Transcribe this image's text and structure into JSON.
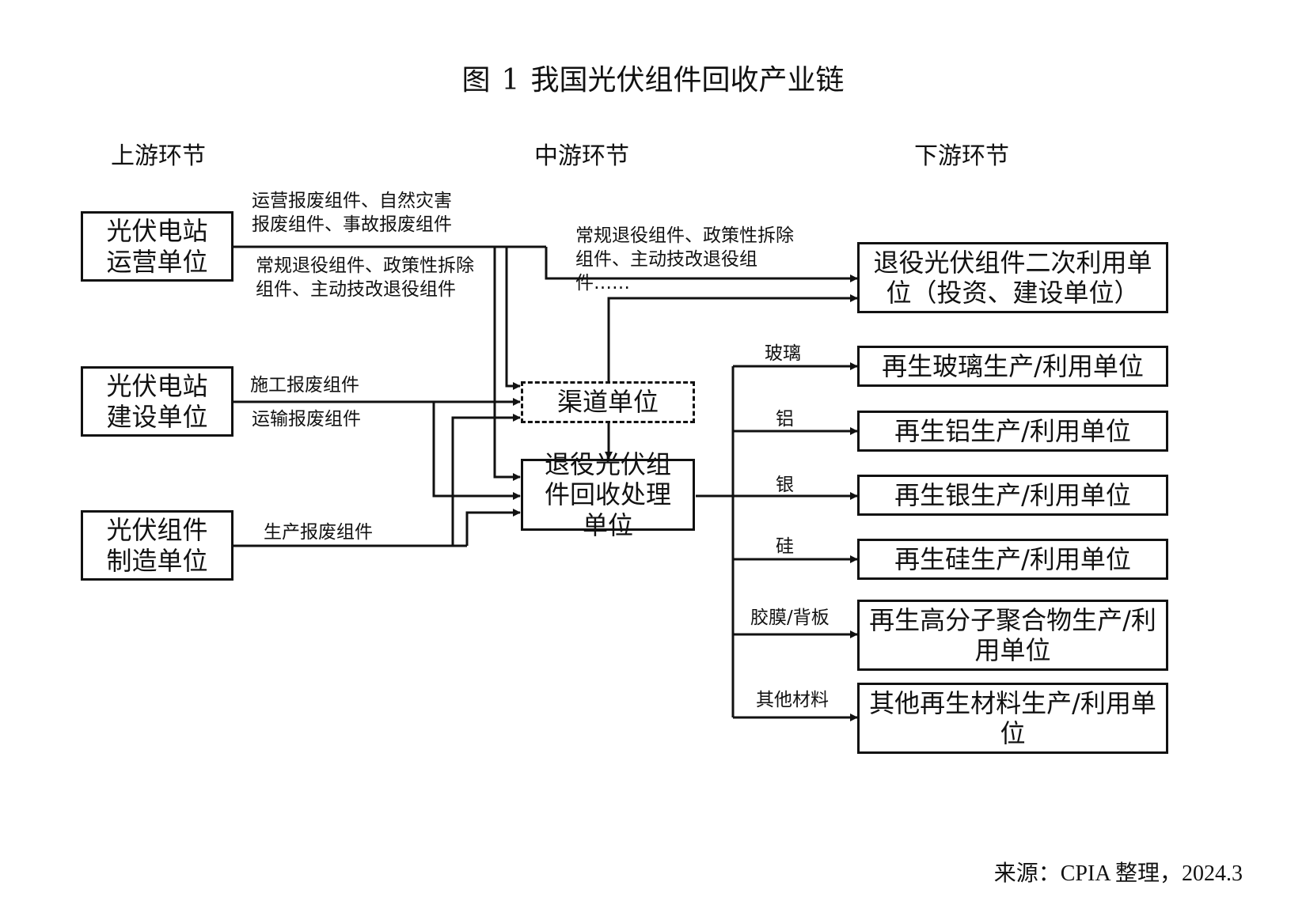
{
  "title": {
    "prefix": "图",
    "number": "1",
    "text": "我国光伏组件回收产业链"
  },
  "stages": {
    "upstream": "上游环节",
    "midstream": "中游环节",
    "downstream": "下游环节"
  },
  "boxes": {
    "operation": "光伏电站运营单位",
    "construction": "光伏电站建设单位",
    "manufacturing": "光伏组件制造单位",
    "channel": "渠道单位",
    "recycling": "退役光伏组件回收处理单位",
    "secondary_use": "退役光伏组件二次利用单位（投资、建设单位）",
    "glass": "再生玻璃生产/利用单位",
    "aluminum": "再生铝生产/利用单位",
    "silver": "再生银生产/利用单位",
    "silicon": "再生硅生产/利用单位",
    "polymer": "再生高分子聚合物生产/利用单位",
    "other": "其他再生材料生产/利用单位"
  },
  "labels": {
    "op_scrap": "运营报废组件、自然灾害报废组件、事故报废组件",
    "op_retire": "常规退役组件、政策性拆除组件、主动技改退役组件",
    "top_retire": "常规退役组件、政策性拆除组件、主动技改退役组件……",
    "construction_scrap": "施工报废组件",
    "transport_scrap": "运输报废组件",
    "production_scrap": "生产报废组件",
    "mat_glass": "玻璃",
    "mat_aluminum": "铝",
    "mat_silver": "银",
    "mat_silicon": "硅",
    "mat_film": "胶膜/背板",
    "mat_other": "其他材料"
  },
  "source": "来源：CPIA 整理，2024.3"
}
